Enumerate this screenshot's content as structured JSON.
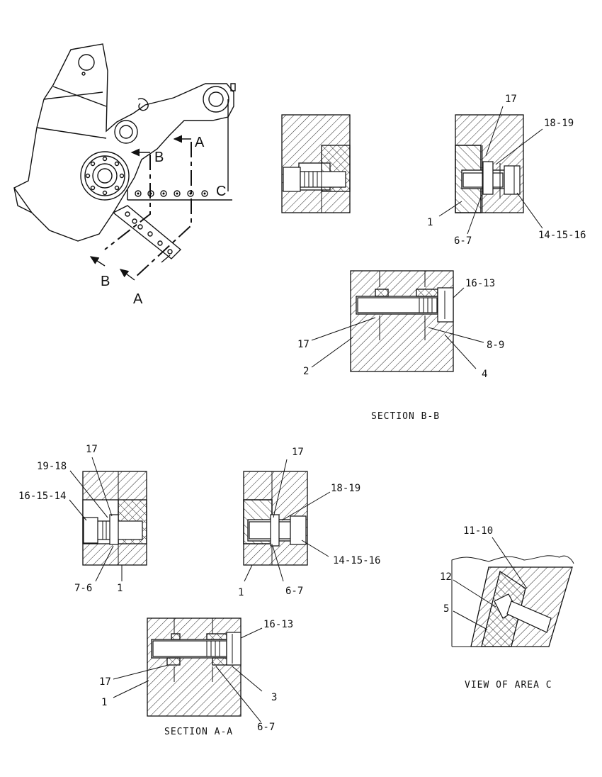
{
  "overview": {
    "section_letters": {
      "a_top": "A",
      "a_bottom": "A",
      "b_top": "B",
      "b_bottom": "B",
      "c": "C"
    }
  },
  "section_bb": {
    "caption": "SECTION B-B",
    "top_left_detail": {
      "callouts": []
    },
    "top_right_detail": {
      "callouts": {
        "c17": "17",
        "c18_19": "18-19",
        "c1": "1",
        "c6_7": "6-7",
        "c14_15_16": "14-15-16"
      }
    },
    "bolt_detail": {
      "callouts": {
        "c16_13": "16-13",
        "c17": "17",
        "c8_9": "8-9",
        "c2": "2",
        "c4": "4"
      }
    }
  },
  "section_aa": {
    "caption": "SECTION A-A",
    "left_detail": {
      "callouts": {
        "c17": "17",
        "c19_18": "19-18",
        "c16_15_14": "16-15-14",
        "c7_6": "7-6",
        "c1": "1"
      }
    },
    "right_detail": {
      "callouts": {
        "c17": "17",
        "c18_19": "18-19",
        "c14_15_16": "14-15-16",
        "c1": "1",
        "c6_7": "6-7"
      }
    },
    "bolt_detail": {
      "callouts": {
        "c16_13": "16-13",
        "c17": "17",
        "c1": "1",
        "c3": "3",
        "c6_7": "6-7"
      }
    }
  },
  "view_c": {
    "caption": "VIEW OF AREA C",
    "callouts": {
      "c11_10": "11-10",
      "c12": "12",
      "c5": "5"
    }
  }
}
